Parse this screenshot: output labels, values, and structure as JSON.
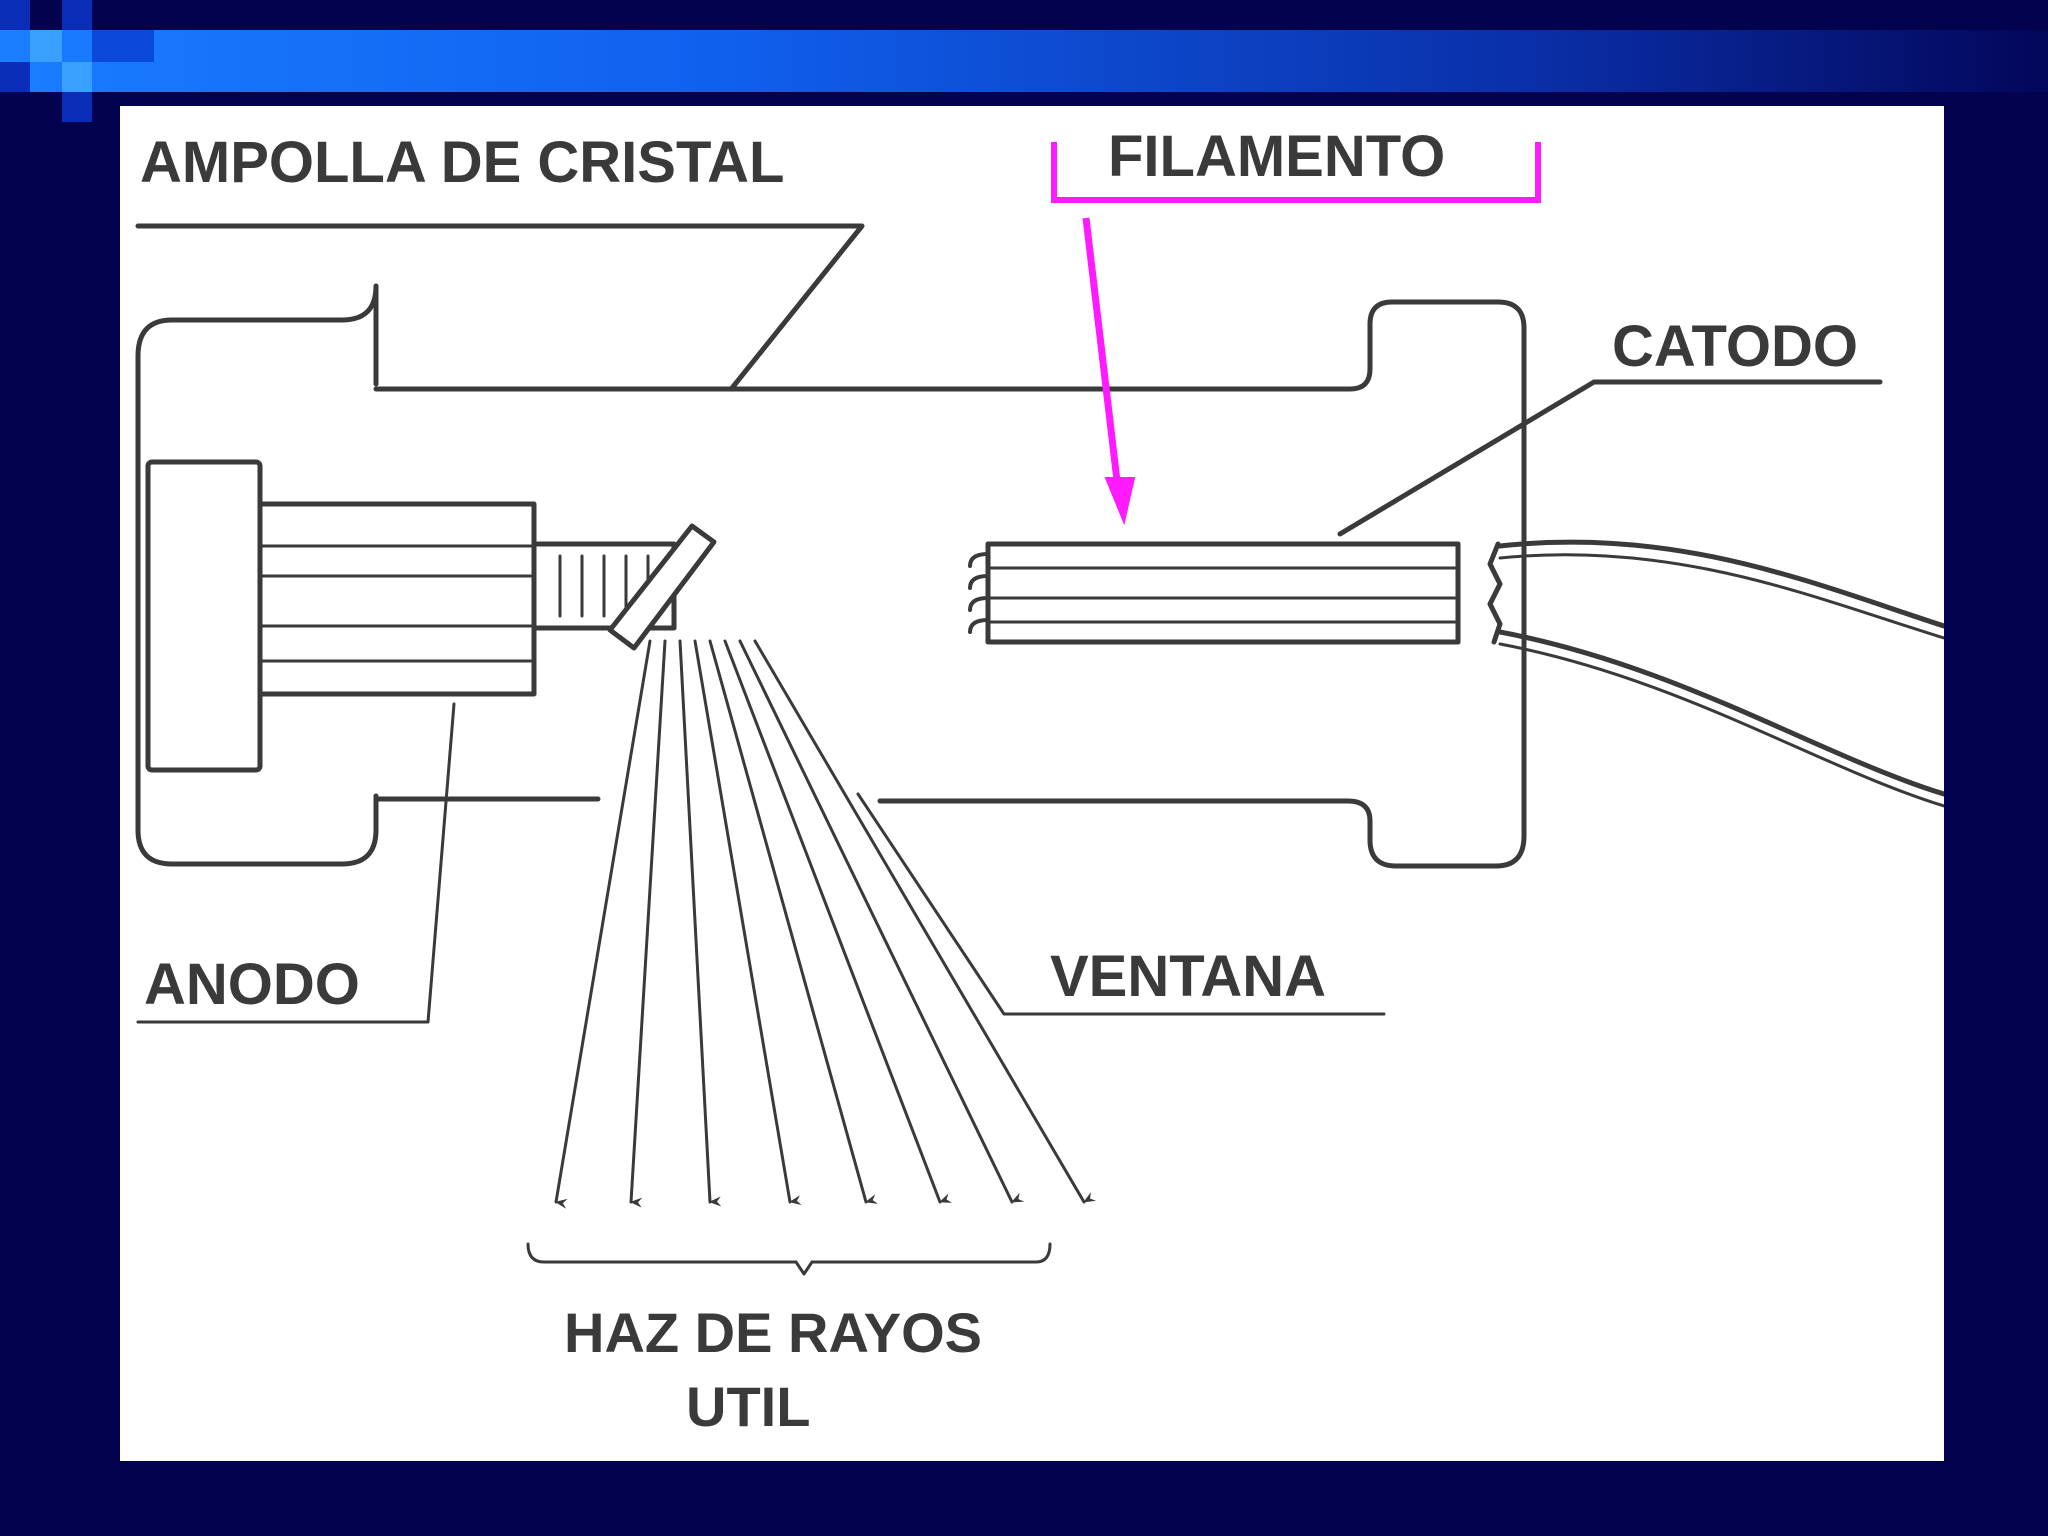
{
  "labels": {
    "ampolla": "AMPOLLA DE CRISTAL",
    "filamento": "FILAMENTO",
    "catodo": "CATODO",
    "anodo": "ANODO",
    "ventana": "VENTANA",
    "haz_line1": "HAZ DE RAYOS",
    "haz_line2": "UTIL"
  },
  "colors": {
    "background": "#02024f",
    "highlight": "#ff1aff",
    "ink": "#3a3a3a"
  }
}
